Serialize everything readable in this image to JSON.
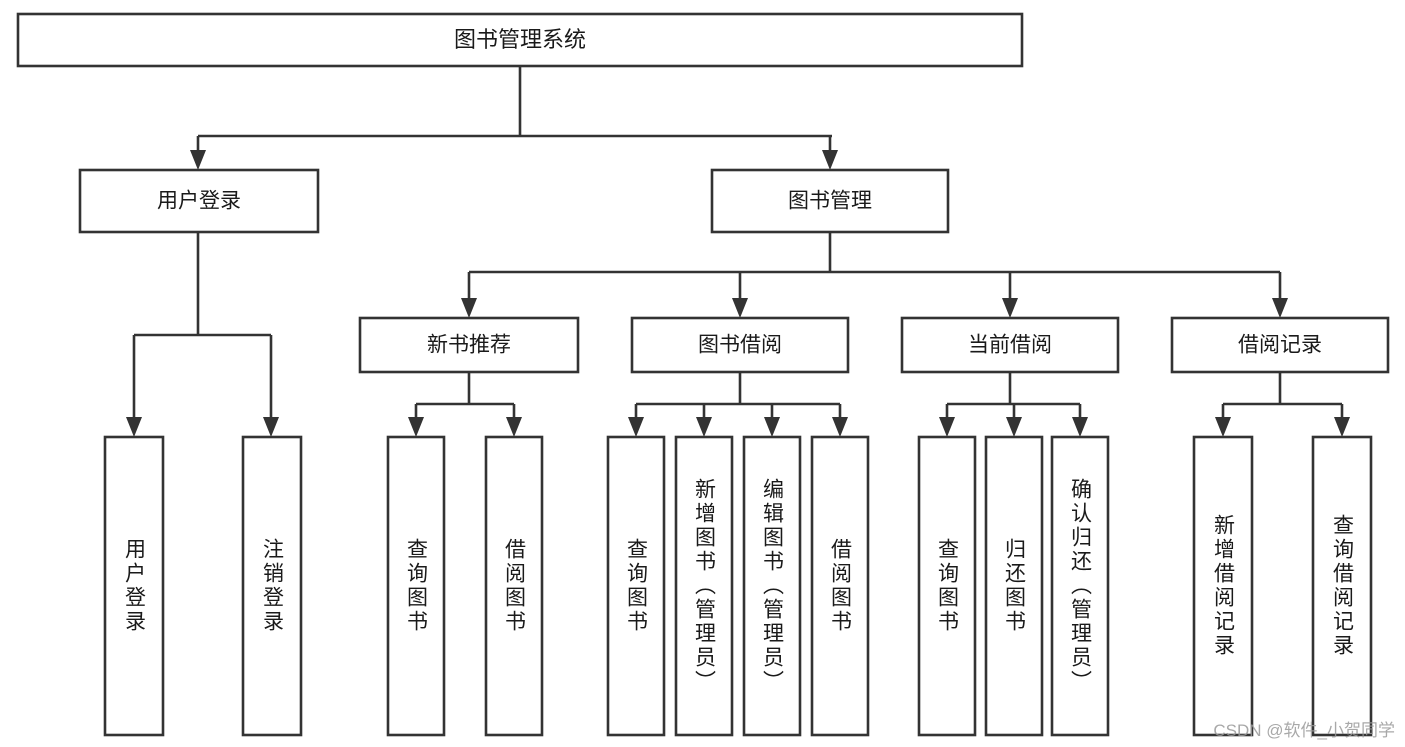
{
  "diagram": {
    "type": "tree-hierarchy",
    "title_node": {
      "id": "root",
      "label": "图书管理系统"
    },
    "level2": [
      {
        "id": "user-login",
        "label": "用户登录"
      },
      {
        "id": "book-manage",
        "label": "图书管理"
      }
    ],
    "level3": [
      {
        "id": "new-book-recommend",
        "label": "新书推荐",
        "parent": "book-manage"
      },
      {
        "id": "book-borrow",
        "label": "图书借阅",
        "parent": "book-manage"
      },
      {
        "id": "current-borrow",
        "label": "当前借阅",
        "parent": "book-manage"
      },
      {
        "id": "borrow-record",
        "label": "借阅记录",
        "parent": "book-manage"
      }
    ],
    "leaves": [
      {
        "id": "leaf-user-login",
        "label": "用户登录",
        "parent": "user-login"
      },
      {
        "id": "leaf-logout-login",
        "label": "注销登录",
        "parent": "user-login"
      },
      {
        "id": "leaf-query-book-1",
        "label": "查询图书",
        "parent": "new-book-recommend"
      },
      {
        "id": "leaf-borrow-book-1",
        "label": "借阅图书",
        "parent": "new-book-recommend"
      },
      {
        "id": "leaf-query-book-2",
        "label": "查询图书",
        "parent": "book-borrow"
      },
      {
        "id": "leaf-add-book",
        "label": "新增图书（管理员）",
        "parent": "book-borrow"
      },
      {
        "id": "leaf-edit-book",
        "label": "编辑图书（管理员）",
        "parent": "book-borrow"
      },
      {
        "id": "leaf-borrow-book-2",
        "label": "借阅图书",
        "parent": "book-borrow"
      },
      {
        "id": "leaf-query-book-3",
        "label": "查询图书",
        "parent": "current-borrow"
      },
      {
        "id": "leaf-return-book",
        "label": "归还图书",
        "parent": "current-borrow"
      },
      {
        "id": "leaf-confirm-return",
        "label": "确认归还（管理员）",
        "parent": "current-borrow"
      },
      {
        "id": "leaf-add-record",
        "label": "新增借阅记录",
        "parent": "borrow-record"
      },
      {
        "id": "leaf-query-record",
        "label": "查询借阅记录",
        "parent": "borrow-record"
      }
    ],
    "colors": {
      "stroke": "#333333",
      "box_fill": "#ffffff",
      "text": "#1a1a1a",
      "background": "#ffffff",
      "watermark": "#9a9a9a"
    }
  },
  "watermark": {
    "text": "CSDN @软件_小贺同学"
  }
}
